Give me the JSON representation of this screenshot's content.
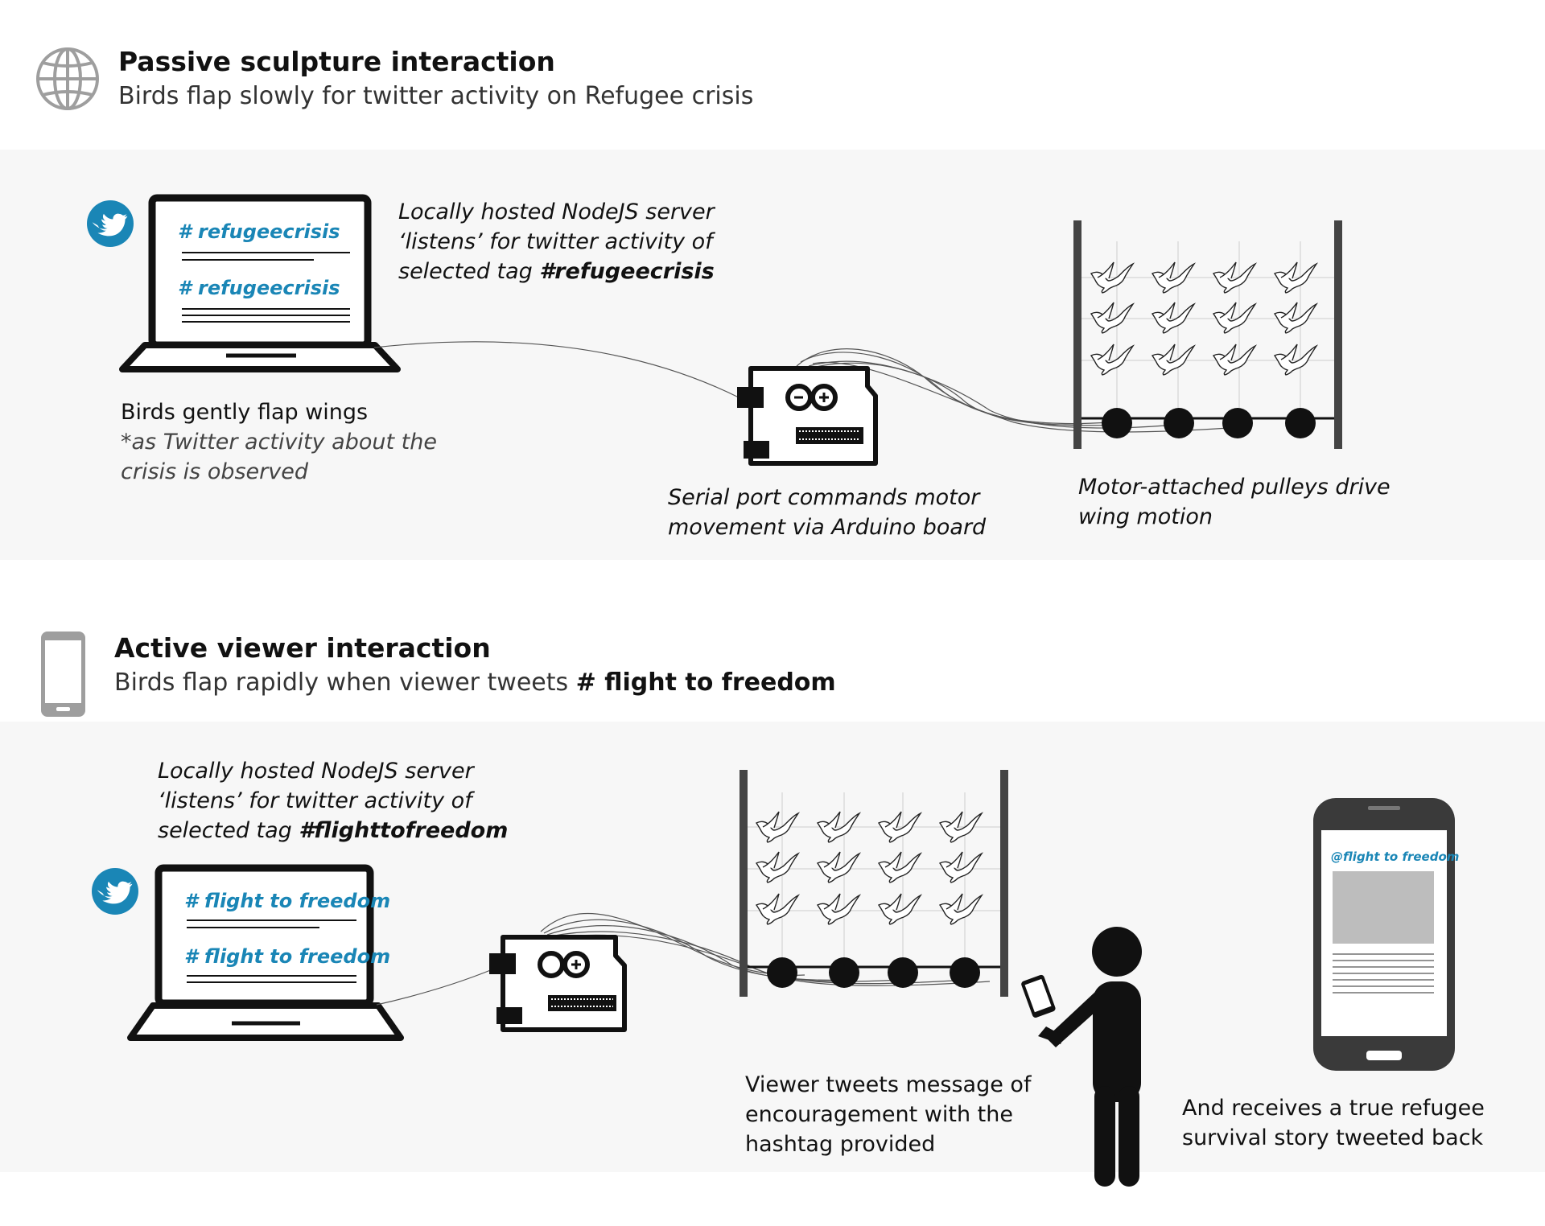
{
  "passive": {
    "title": "Passive sculpture interaction",
    "subtitle": "Birds flap slowly for twitter activity on Refugee crisis",
    "laptop_tag_1": "# refugeecrisis",
    "laptop_tag_2": "# refugeecrisis",
    "server_caption": {
      "line1": "Locally hosted NodeJS server",
      "line2": "‘listens’ for twitter activity of",
      "line3_prefix": "selected tag ",
      "line3_tag": "#refugeecrisis"
    },
    "birds_caption": {
      "line1": "Birds gently flap wings",
      "line2": "*as Twitter activity about the",
      "line3": "crisis is observed"
    },
    "arduino_caption": {
      "line1": "Serial port commands motor",
      "line2": "movement via Arduino board"
    },
    "pulley_caption": {
      "line1": "Motor-attached pulleys drive",
      "line2": "wing motion"
    }
  },
  "active": {
    "title": "Active viewer interaction",
    "subtitle_prefix": "Birds flap rapidly when viewer tweets ",
    "subtitle_tag": "# flight to freedom",
    "laptop_tag_1": "# flight to freedom",
    "laptop_tag_2": "# flight to freedom",
    "server_caption": {
      "line1": "Locally hosted NodeJS server",
      "line2": "‘listens’ for twitter activity of",
      "line3_prefix": "selected tag ",
      "line3_tag": "#flighttofreedom"
    },
    "viewer_caption": {
      "line1": "Viewer tweets message of",
      "line2": "encouragement with the",
      "line3": "hashtag provided"
    },
    "phone_handle": "@flight to freedom",
    "receive_caption": {
      "line1": "And receives a true refugee",
      "line2": "survival story tweeted back"
    }
  },
  "colors": {
    "band_bg": "#f7f7f7",
    "twitter_blue": "#1a86b6",
    "icon_gray": "#9e9e9e",
    "phone_body": "#3a3a3a"
  },
  "icons": [
    "globe-icon",
    "twitter-icon",
    "laptop-icon",
    "arduino-icon",
    "bird-sculpture-icon",
    "smartphone-icon",
    "person-icon",
    "phone-icon"
  ]
}
